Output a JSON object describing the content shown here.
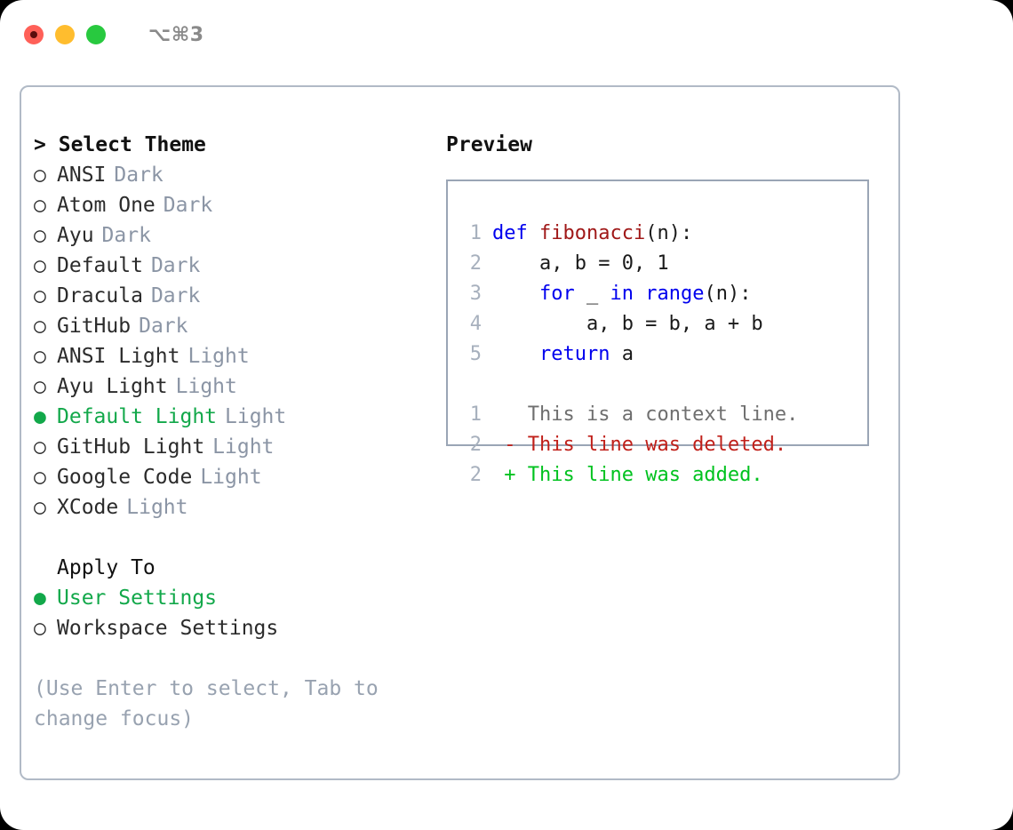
{
  "titlebar": {
    "shortcut": "⌥⌘3",
    "buttons": [
      {
        "name": "close",
        "color": "#ff6058"
      },
      {
        "name": "minimize",
        "color": "#ffbd2e"
      },
      {
        "name": "zoom",
        "color": "#28c93f"
      }
    ]
  },
  "colors": {
    "selected_green": "#12a84a",
    "muted_gray": "#8b95a5",
    "hint_gray": "#98a2b0",
    "panel_border": "#b1bac6",
    "preview_border": "#9aa5b5",
    "keyword_blue": "#0000ee",
    "function_red": "#a01818",
    "diff_add_green": "#00c21f",
    "diff_del_red": "#c0201a",
    "lineno_gray": "#a7b0bd"
  },
  "theme_select": {
    "prompt_marker": ">",
    "heading": "Select Theme",
    "bullet_selected": "●",
    "bullet_unselected": "○",
    "items": [
      {
        "name": "ANSI",
        "kind": "Dark",
        "selected": false
      },
      {
        "name": "Atom One",
        "kind": "Dark",
        "selected": false
      },
      {
        "name": "Ayu",
        "kind": "Dark",
        "selected": false
      },
      {
        "name": "Default",
        "kind": "Dark",
        "selected": false
      },
      {
        "name": "Dracula",
        "kind": "Dark",
        "selected": false
      },
      {
        "name": "GitHub",
        "kind": "Dark",
        "selected": false
      },
      {
        "name": "ANSI Light",
        "kind": "Light",
        "selected": false
      },
      {
        "name": "Ayu Light",
        "kind": "Light",
        "selected": false
      },
      {
        "name": "Default Light",
        "kind": "Light",
        "selected": true
      },
      {
        "name": "GitHub Light",
        "kind": "Light",
        "selected": false
      },
      {
        "name": "Google Code",
        "kind": "Light",
        "selected": false
      },
      {
        "name": "XCode",
        "kind": "Light",
        "selected": false
      }
    ]
  },
  "apply_to": {
    "heading": "Apply To",
    "items": [
      {
        "label": "User Settings",
        "selected": true
      },
      {
        "label": "Workspace Settings",
        "selected": false
      }
    ]
  },
  "hint": "(Use Enter to select, Tab to change focus)",
  "preview": {
    "title": "Preview",
    "code_lines": [
      {
        "lineno": "1",
        "tokens": [
          {
            "text": "def ",
            "type": "keyword"
          },
          {
            "text": "fibonacci",
            "type": "function"
          },
          {
            "text": "(n):",
            "type": "plain"
          }
        ]
      },
      {
        "lineno": "2",
        "tokens": [
          {
            "text": "    a, b = 0, 1",
            "type": "plain"
          }
        ]
      },
      {
        "lineno": "3",
        "tokens": [
          {
            "text": "    ",
            "type": "plain"
          },
          {
            "text": "for",
            "type": "keyword"
          },
          {
            "text": " _ ",
            "type": "plain"
          },
          {
            "text": "in range",
            "type": "keyword"
          },
          {
            "text": "(n):",
            "type": "plain"
          }
        ]
      },
      {
        "lineno": "4",
        "tokens": [
          {
            "text": "        a, b = b, a + b",
            "type": "plain"
          }
        ]
      },
      {
        "lineno": "5",
        "tokens": [
          {
            "text": "    ",
            "type": "plain"
          },
          {
            "text": "return",
            "type": "keyword"
          },
          {
            "text": " a",
            "type": "plain"
          }
        ]
      }
    ],
    "diff_lines": [
      {
        "lineno": "1",
        "marker": " ",
        "text": "This is a context line.",
        "type": "context"
      },
      {
        "lineno": "2",
        "marker": "-",
        "text": "This line was deleted.",
        "type": "deleted"
      },
      {
        "lineno": "2",
        "marker": "+",
        "text": "This line was added.",
        "type": "added"
      }
    ]
  }
}
